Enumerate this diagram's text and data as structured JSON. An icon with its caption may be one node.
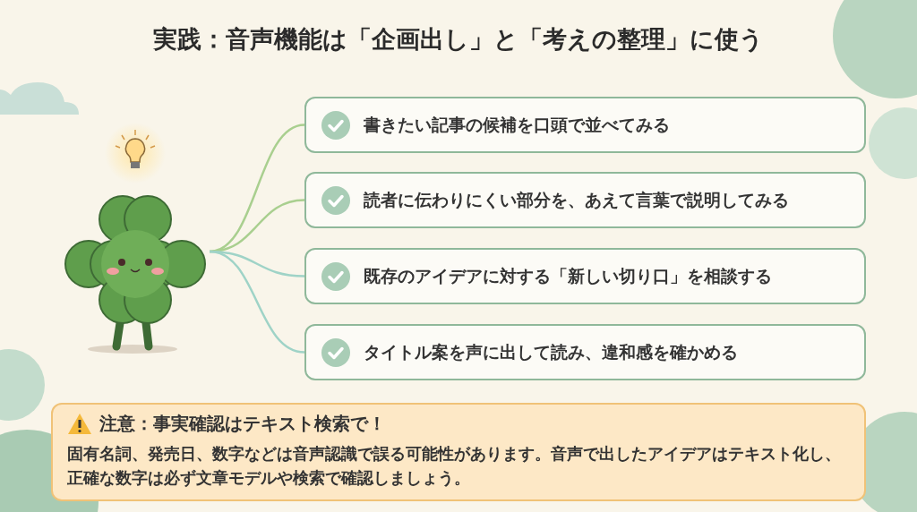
{
  "diagram": {
    "title": "実践：音声機能は「企画出し」と「考えの整理」に使う",
    "nodes": [
      {
        "text": [],
        "shape": "picture"
      },
      {
        "text": [
          "書きたい記事の候補を口頭で並べてみる"
        ]
      },
      {
        "text": [
          "読者に伝わりにくい部分を、あえて言葉で説明してみる"
        ]
      },
      {
        "text": [
          "既存のアイデアに対する「新しい切り口」を相談する"
        ]
      },
      {
        "text": [
          "タイトル案を声に出して読み、違和感を確かめる"
        ]
      },
      {
        "text": [
          "注意：事実確認はテキスト検索で！",
          "固有名詞、発売日、数字などは音声認識で誤る可能性があります。音声で出したアイデアはテキスト化し、正確な数字は必ず文章モデルや検索で確認しましょう。"
        ]
      }
    ],
    "edges": [
      {
        "from": 0,
        "to": 1,
        "arrow": "none"
      },
      {
        "from": 0,
        "to": 2,
        "arrow": "none"
      },
      {
        "from": 0,
        "to": 3,
        "arrow": "none",
        "color": "#9fd3c7"
      },
      {
        "from": 0,
        "to": 4,
        "arrow": "none",
        "color": "#9fd3c7"
      }
    ]
  }
}
